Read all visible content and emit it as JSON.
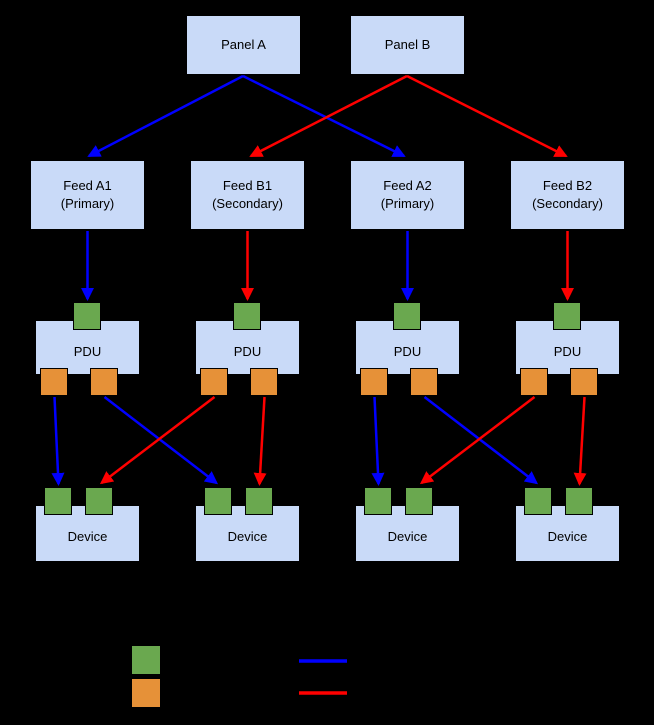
{
  "colors": {
    "background": "#000000",
    "box_fill": "#c9daf8",
    "box_border": "#000000",
    "green_port": "#6aa84f",
    "orange_port": "#e69138",
    "blue_path": "#0000ff",
    "red_path": "#ff0000",
    "text": "#000000"
  },
  "panels": [
    {
      "label": "Panel A"
    },
    {
      "label": "Panel B"
    }
  ],
  "feeds": [
    {
      "label": "Feed A1\n(Primary)"
    },
    {
      "label": "Feed B1\n(Secondary)"
    },
    {
      "label": "Feed A2\n(Primary)"
    },
    {
      "label": "Feed B2\n(Secondary)"
    }
  ],
  "pdus": [
    {
      "label": "PDU"
    },
    {
      "label": "PDU"
    },
    {
      "label": "PDU"
    },
    {
      "label": "PDU"
    }
  ],
  "devices": [
    {
      "label": "Device"
    },
    {
      "label": "Device"
    },
    {
      "label": "Device"
    },
    {
      "label": "Device"
    }
  ],
  "legend": {
    "items": [
      {
        "icon": "green-square-swatch"
      },
      {
        "icon": "orange-square-swatch"
      },
      {
        "icon": "blue-line-swatch"
      },
      {
        "icon": "red-line-swatch"
      }
    ]
  }
}
